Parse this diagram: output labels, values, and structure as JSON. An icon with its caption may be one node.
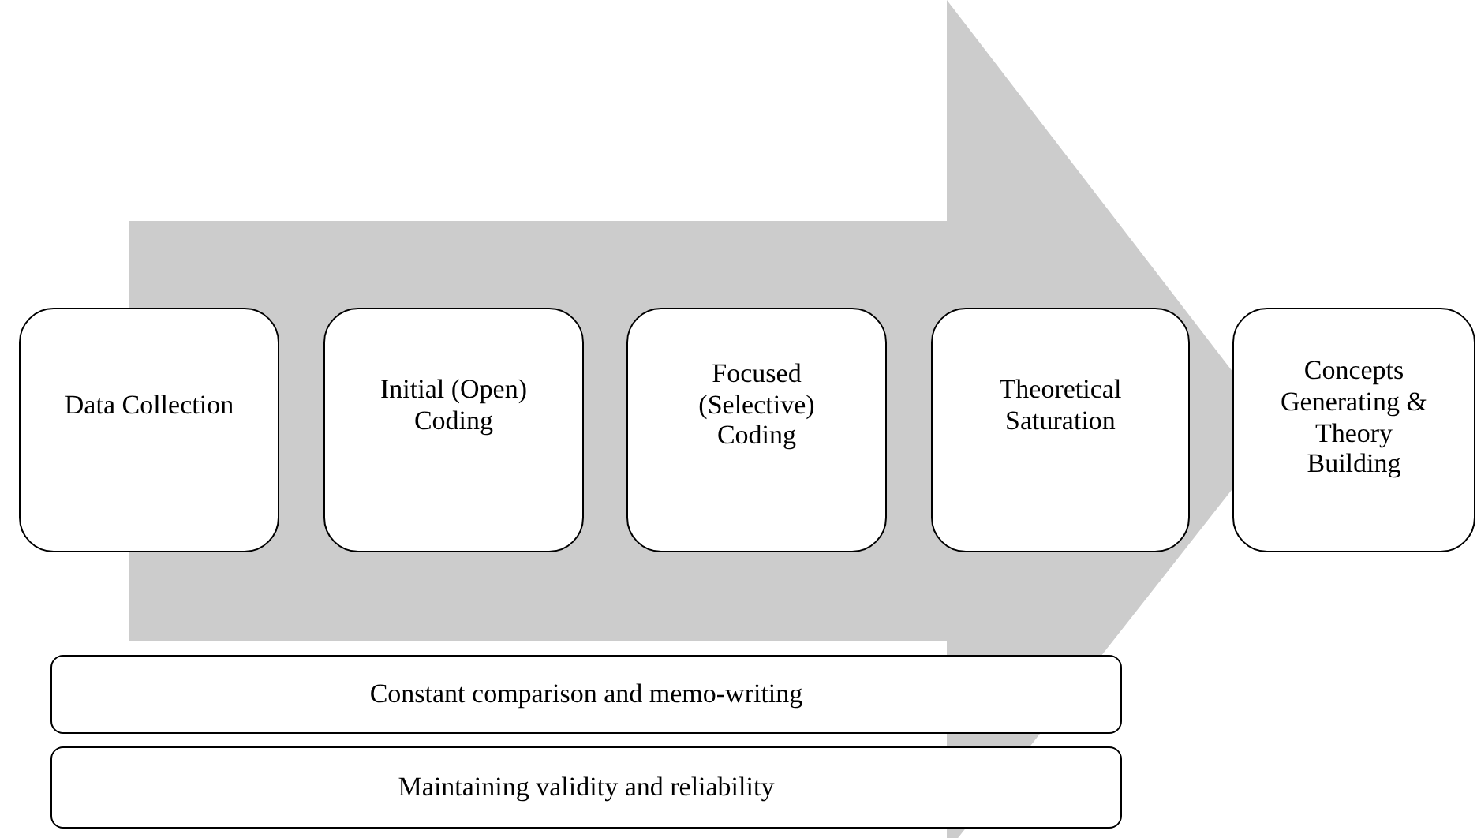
{
  "diagram": {
    "nodes": [
      {
        "text": [
          "Data Collection"
        ]
      },
      {
        "text": [
          "Initial (Open) Coding"
        ]
      },
      {
        "text": [
          "Focused (Selective) Coding"
        ]
      },
      {
        "text": [
          "Theoretical Saturation"
        ]
      },
      {
        "text": [
          "Concepts Generating & Theory Building"
        ]
      },
      {
        "text": [
          "Constant comparison and memo-writing"
        ]
      },
      {
        "text": [
          "Maintaining validity and reliability"
        ]
      }
    ],
    "edges": [
      {
        "from": 0,
        "to": 4,
        "arrow": "to",
        "style": "thick"
      }
    ]
  }
}
